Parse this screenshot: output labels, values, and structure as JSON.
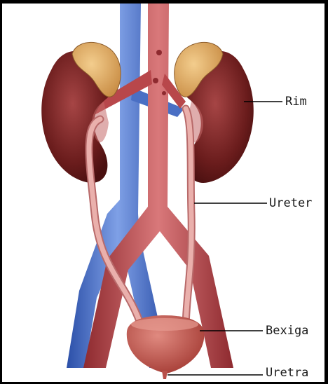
{
  "labels": {
    "rim": "Rim",
    "ureter": "Ureter",
    "bexiga": "Bexiga",
    "uretra": "Uretra"
  },
  "colors": {
    "kidney": "#6e1c1c",
    "kidney_inner": "#9c3a3a",
    "adrenal": "#e3b06a",
    "artery": "#b8474b",
    "vein": "#3f62b8",
    "ureter": "#e6a0a0",
    "bladder": "#c2574d",
    "leader_line": "#000000"
  }
}
